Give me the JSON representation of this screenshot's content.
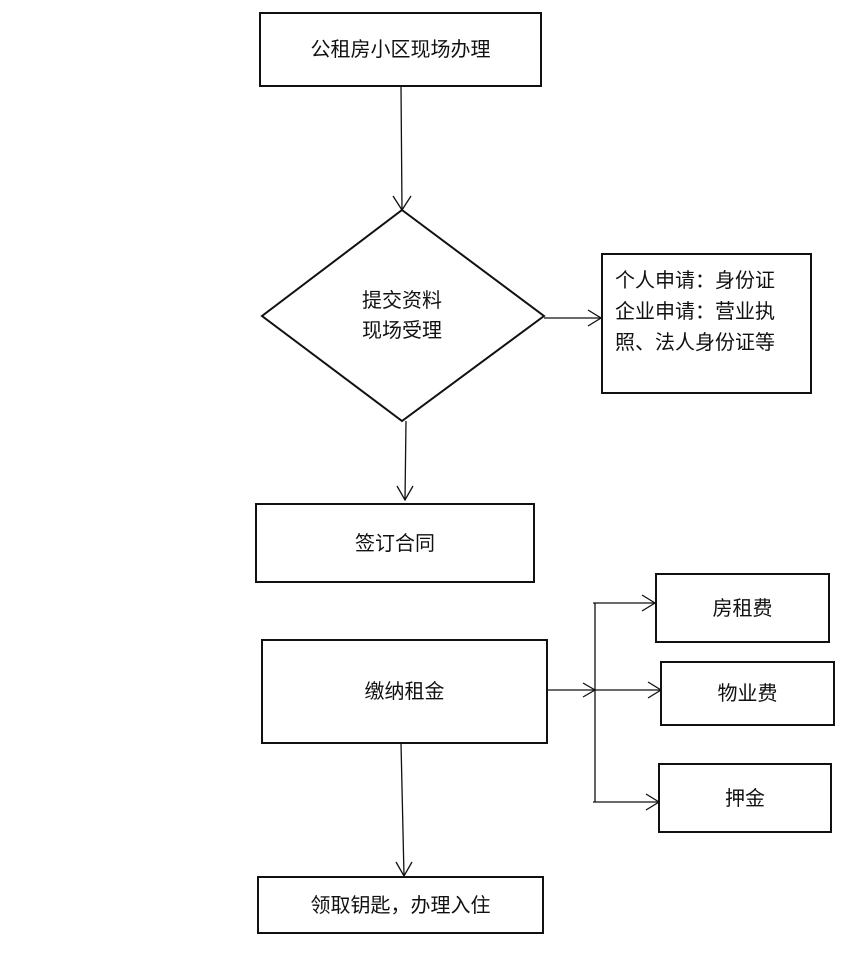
{
  "flowchart": {
    "start": "公租房小区现场办理",
    "decision": {
      "line1": "提交资料",
      "line2": "现场受理"
    },
    "materials_note": {
      "line1": "个人申请：身份证",
      "line2": "企业申请：营业执",
      "line3": "照、法人身份证等"
    },
    "sign": "签订合同",
    "pay": "缴纳租金",
    "fees": [
      "房租费",
      "物业费",
      "押金"
    ],
    "end": "领取钥匙，办理入住"
  }
}
